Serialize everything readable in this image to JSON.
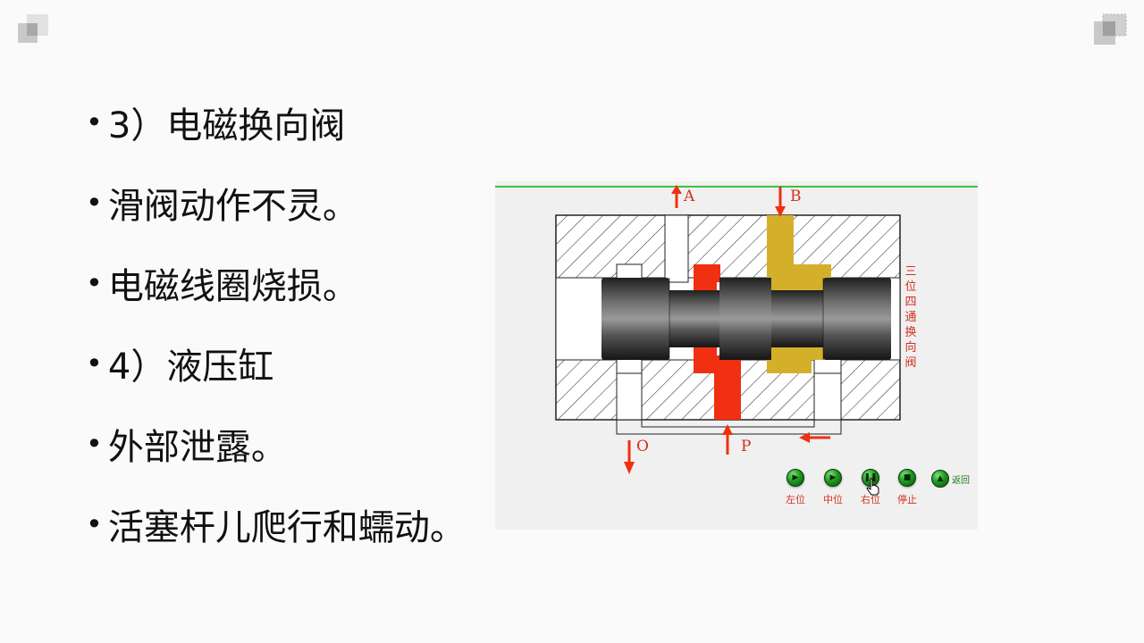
{
  "bullets": [
    "3）电磁换向阀",
    "滑阀动作不灵。",
    "电磁线圈烧损。",
    "4）液压缸",
    "外部泄露。",
    "活塞杆儿爬行和蠕动。"
  ],
  "bullet_glyph": "•",
  "simulation": {
    "valve_label": "三位四通换向阀",
    "ports": {
      "A": "A",
      "B": "B",
      "O": "O",
      "P": "P"
    },
    "controls": [
      {
        "label": "左位",
        "icon": "play-icon"
      },
      {
        "label": "中位",
        "icon": "play-icon"
      },
      {
        "label": "右位",
        "icon": "pause-icon"
      },
      {
        "label": "停止",
        "icon": "stop-icon"
      }
    ],
    "back_label": "返回",
    "colors": {
      "pressure": "#f03010",
      "return": "#d4b02a",
      "frame_line": "#3cc43c",
      "label": "#d03020",
      "button": "#1e9a1e"
    }
  }
}
